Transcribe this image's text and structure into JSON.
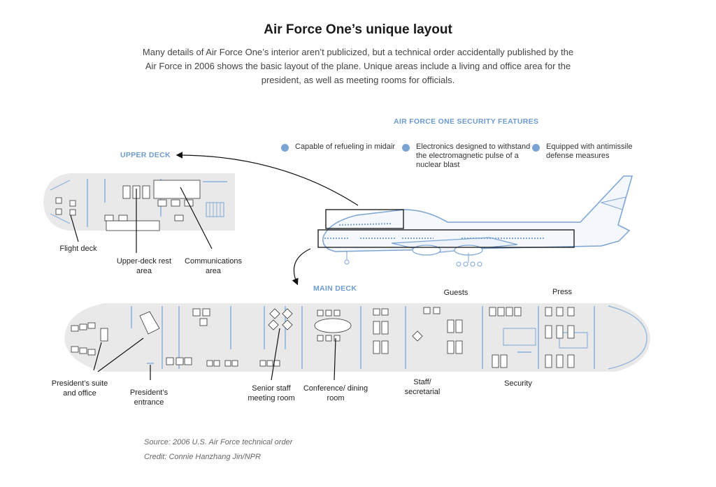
{
  "header": {
    "title": "Air Force One’s unique layout",
    "subtitle": "Many details of Air Force One’s interior aren’t publicized, but a technical order accidentally published by the Air Force in 2006 shows the basic layout of the plane. Unique areas include a living and office area for the president, as well as meeting rooms for officials."
  },
  "security": {
    "heading": "AIR FORCE ONE SECURITY FEATURES",
    "features": [
      "Capable of refueling in midair",
      "Electronics designed to withstand the electromagnetic pulse of a nuclear blast",
      "Equipped with antimissile defense measures"
    ]
  },
  "upper_deck": {
    "label": "UPPER DECK",
    "callouts": [
      "Flight deck",
      "Upper-deck rest area",
      "Communications area"
    ]
  },
  "main_deck": {
    "label": "MAIN DECK",
    "callouts": [
      "Guests",
      "Press",
      "President’s suite and office",
      "President’s entrance",
      "Senior staff meeting room",
      "Conference/ dining room",
      "Staff/ secretarial",
      "Security"
    ]
  },
  "footer": {
    "source": "Source: 2006 U.S. Air Force technical order",
    "credit": "Credit: Connie Hanzhang Jin/NPR"
  },
  "colors": {
    "accent_blue": "#6b9bd1",
    "floor_gray": "#e9e9e9",
    "wall_blue": "#7aa4d4"
  }
}
